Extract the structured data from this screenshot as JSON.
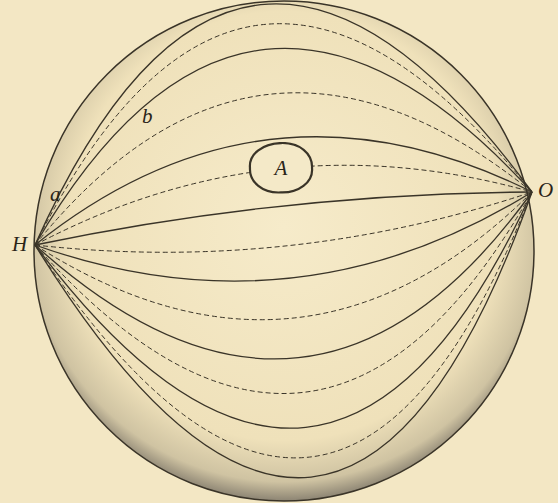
{
  "diagram": {
    "nodes": [
      {
        "text": [
          "A"
        ]
      }
    ],
    "labels": [
      "a",
      "b",
      "H",
      "O"
    ]
  }
}
